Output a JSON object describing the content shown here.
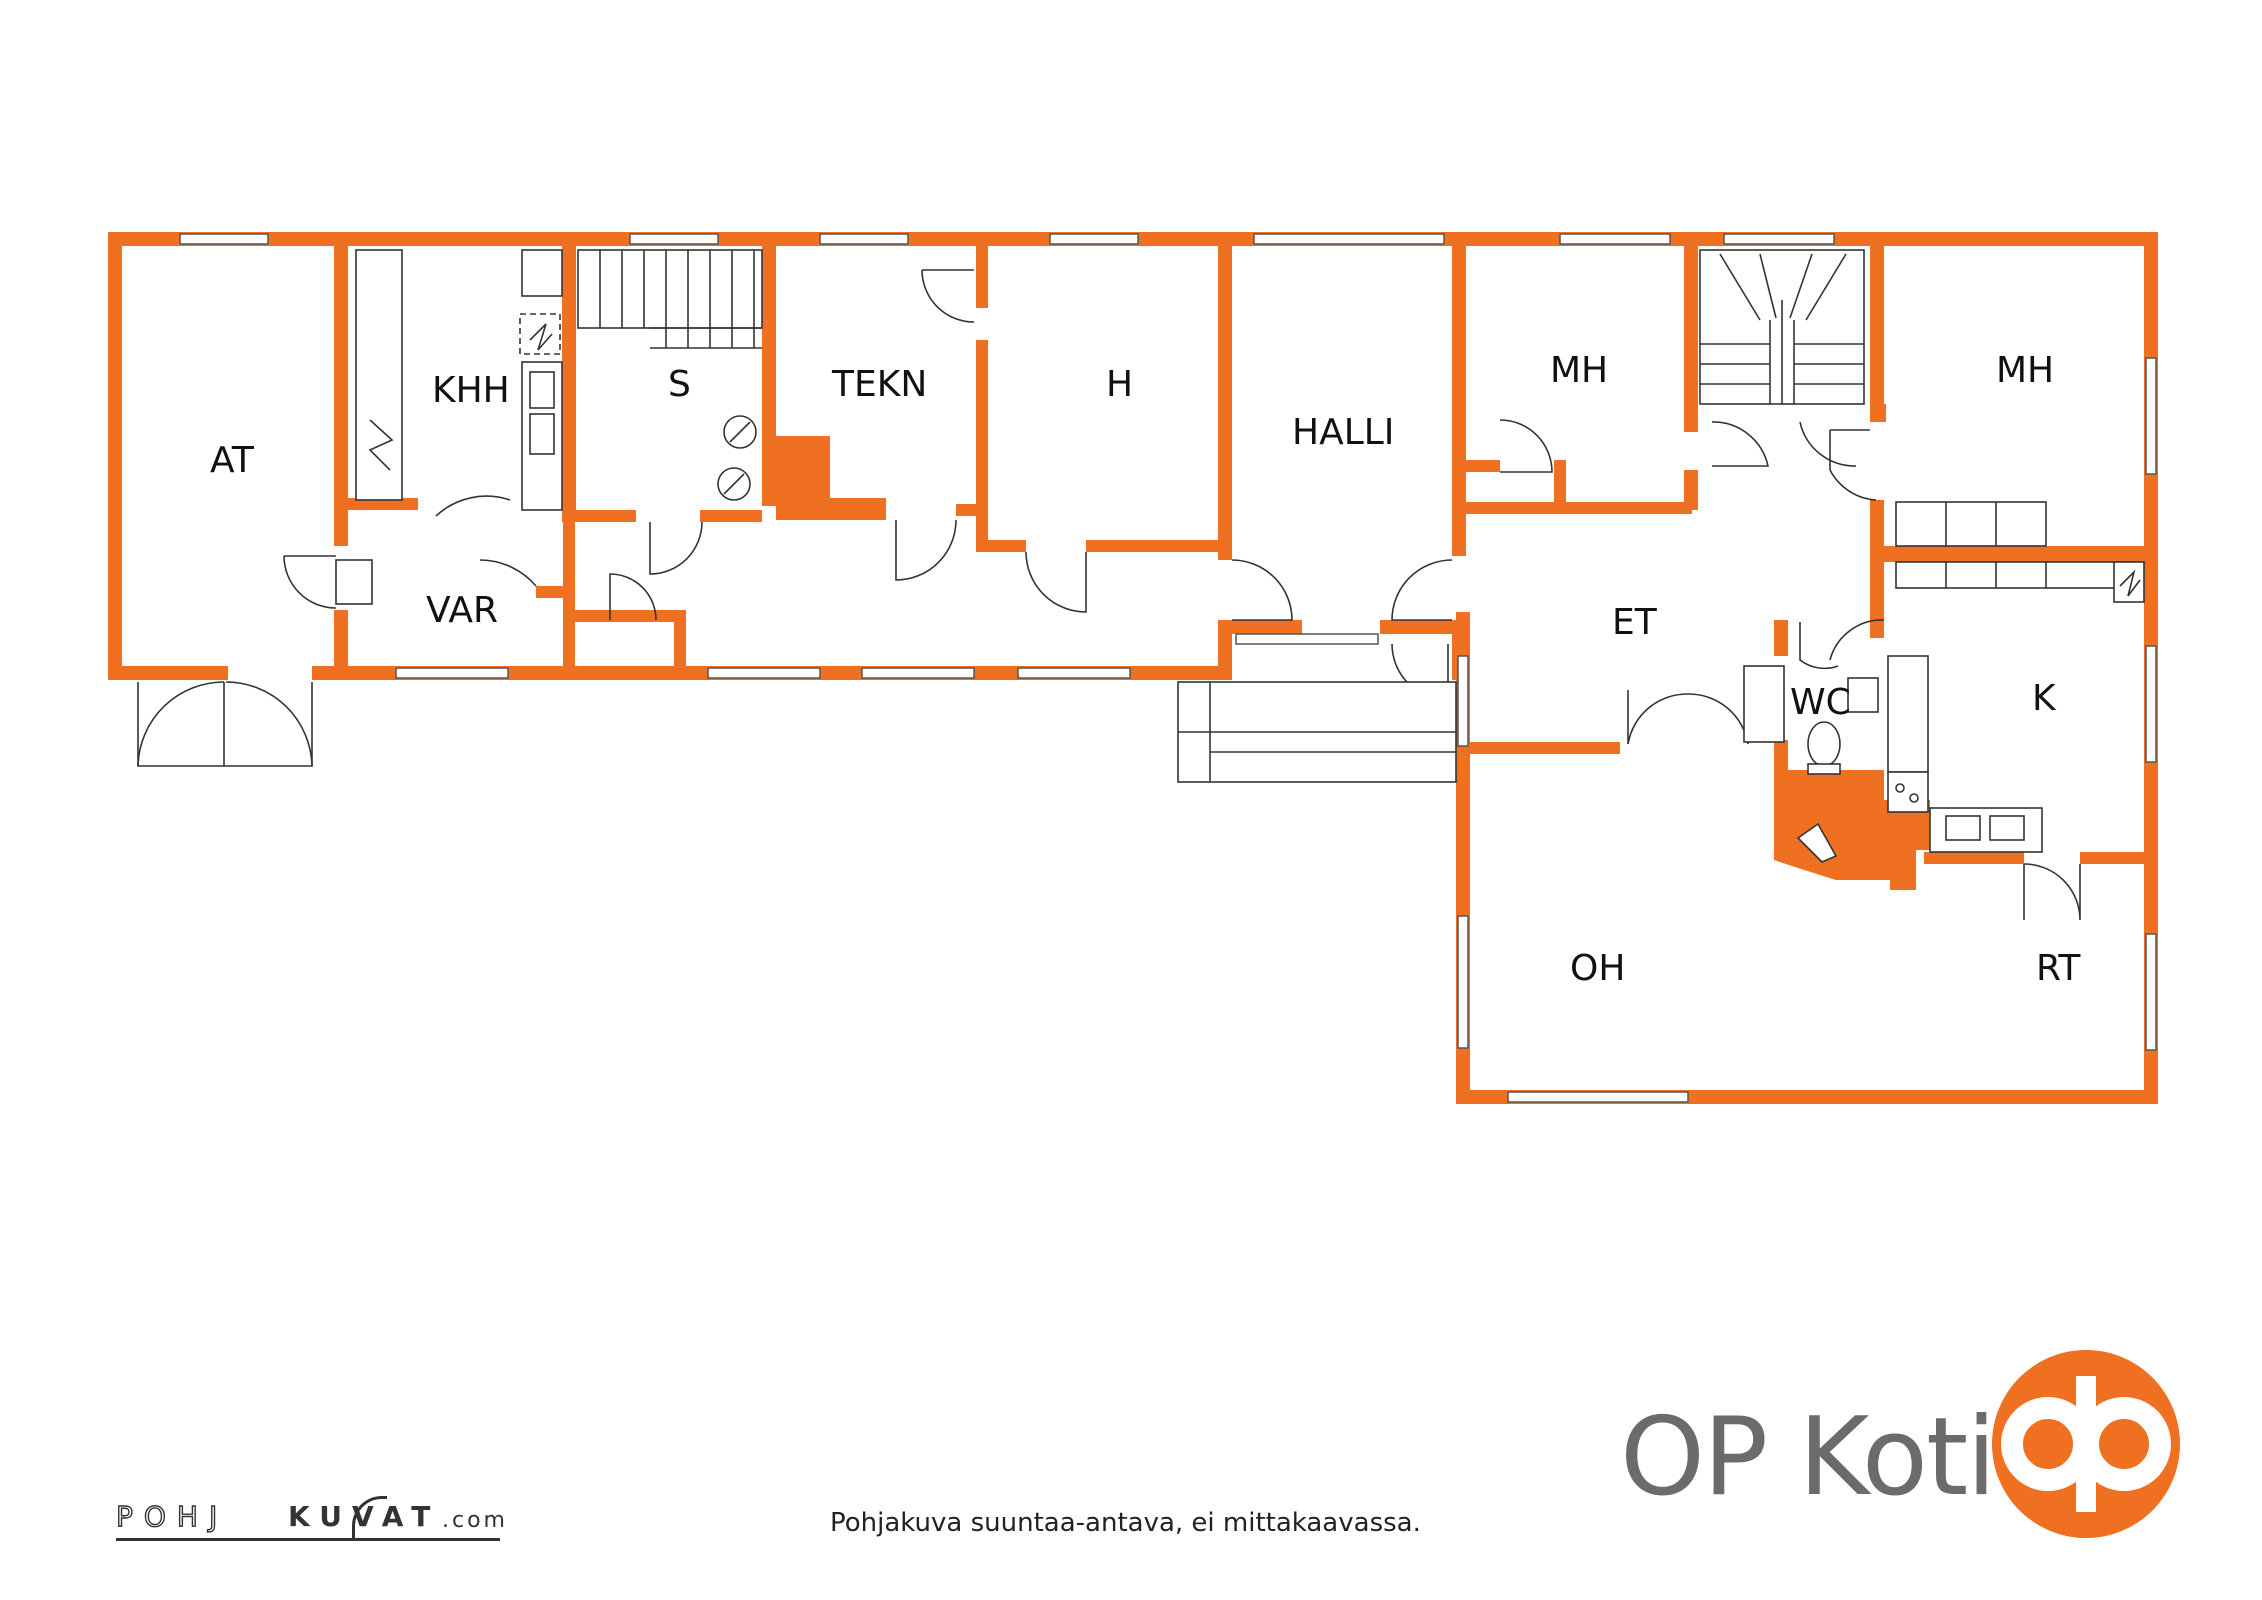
{
  "rooms": {
    "at": "AT",
    "khh": "KHH",
    "s": "S",
    "tekn": "TEKN",
    "h": "H",
    "halli": "HALLI",
    "mh_1": "MH",
    "mh_2": "MH",
    "var": "VAR",
    "et": "ET",
    "wc": "WC",
    "k": "K",
    "oh": "OH",
    "rt": "RT"
  },
  "brand": {
    "name": "OP Koti",
    "logo_icon": "op-logo-icon",
    "logo_color": "#f07021"
  },
  "footer": {
    "note": "Pohjakuva suuntaa-antava, ei mittakaavassa.",
    "maker_left": "POHJ",
    "maker_right": "KUVAT",
    "maker_domain": ".com"
  },
  "colors": {
    "wall": "#f07021",
    "text": "#111111",
    "brand_gray": "#6b6b6b"
  }
}
